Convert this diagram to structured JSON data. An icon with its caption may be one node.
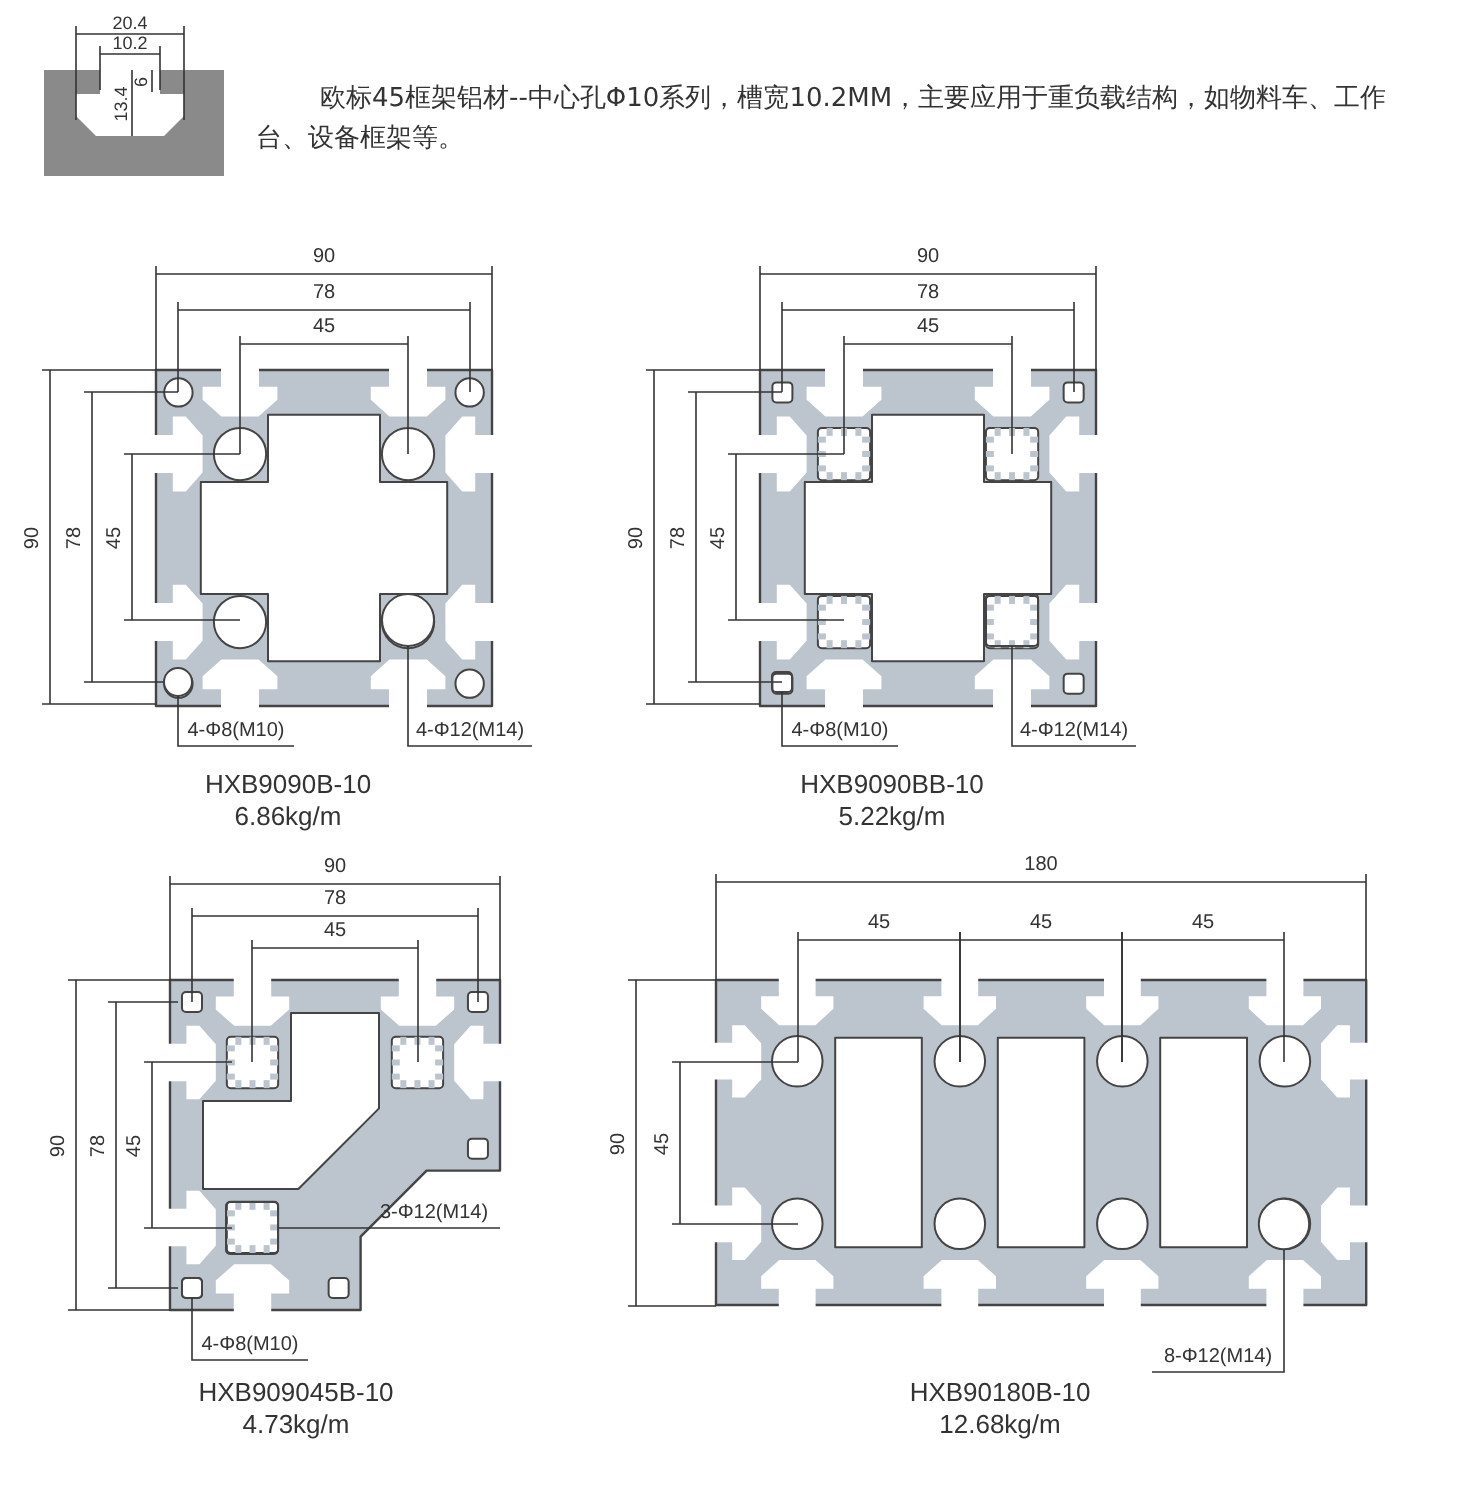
{
  "diagram": {
    "nodes": [
      {
        "text": [
          "4-Φ8(M10)"
        ]
      },
      {
        "text": [
          "4-Φ12(M14)"
        ]
      },
      {
        "text": [
          "4-Φ8(M10)"
        ]
      },
      {
        "text": [
          "4-Φ12(M14)"
        ]
      },
      {
        "text": [
          "3-Φ12(M14)"
        ]
      },
      {
        "text": [
          "4-Φ8(M10)"
        ]
      },
      {
        "text": [
          "8-Φ12(M14)"
        ]
      },
      {
        "text": [],
        "shape": "circle"
      },
      {
        "text": [],
        "shape": "circle"
      },
      {
        "text": [],
        "shape": "box"
      },
      {
        "text": [],
        "shape": "box"
      },
      {
        "text": [],
        "shape": "box"
      },
      {
        "text": [],
        "shape": "box"
      },
      {
        "text": [],
        "shape": "circle"
      }
    ],
    "edges": [
      {
        "from": 0,
        "to": 7,
        "arrow": "none"
      },
      {
        "from": 1,
        "to": 8,
        "arrow": "none"
      },
      {
        "from": 2,
        "to": 9,
        "arrow": "none"
      },
      {
        "from": 3,
        "to": 10,
        "arrow": "none"
      },
      {
        "from": 4,
        "to": 11,
        "arrow": "none"
      },
      {
        "from": 5,
        "to": 12,
        "arrow": "none"
      },
      {
        "from": 6,
        "to": 13,
        "arrow": "none"
      }
    ],
    "labels": [
      "20.4",
      "10.2",
      "13.4",
      "6",
      "欧标45框架铝材--中心孔Φ10系列，槽宽10.2MM，主要应用于重负载结构，如物料车、工作台、设备框架等。",
      "90",
      "78",
      "45",
      "90",
      "78",
      "45",
      "HXB9090B-10",
      "6.86kg/m",
      "90",
      "78",
      "45",
      "90",
      "78",
      "45",
      "HXB9090BB-10",
      "5.22kg/m",
      "90",
      "78",
      "45",
      "90",
      "78",
      "45",
      "HXB909045B-10",
      "4.73kg/m",
      "180",
      "45",
      "45",
      "45",
      "90",
      "45",
      "HXB90180B-10",
      "12.68kg/m"
    ]
  }
}
